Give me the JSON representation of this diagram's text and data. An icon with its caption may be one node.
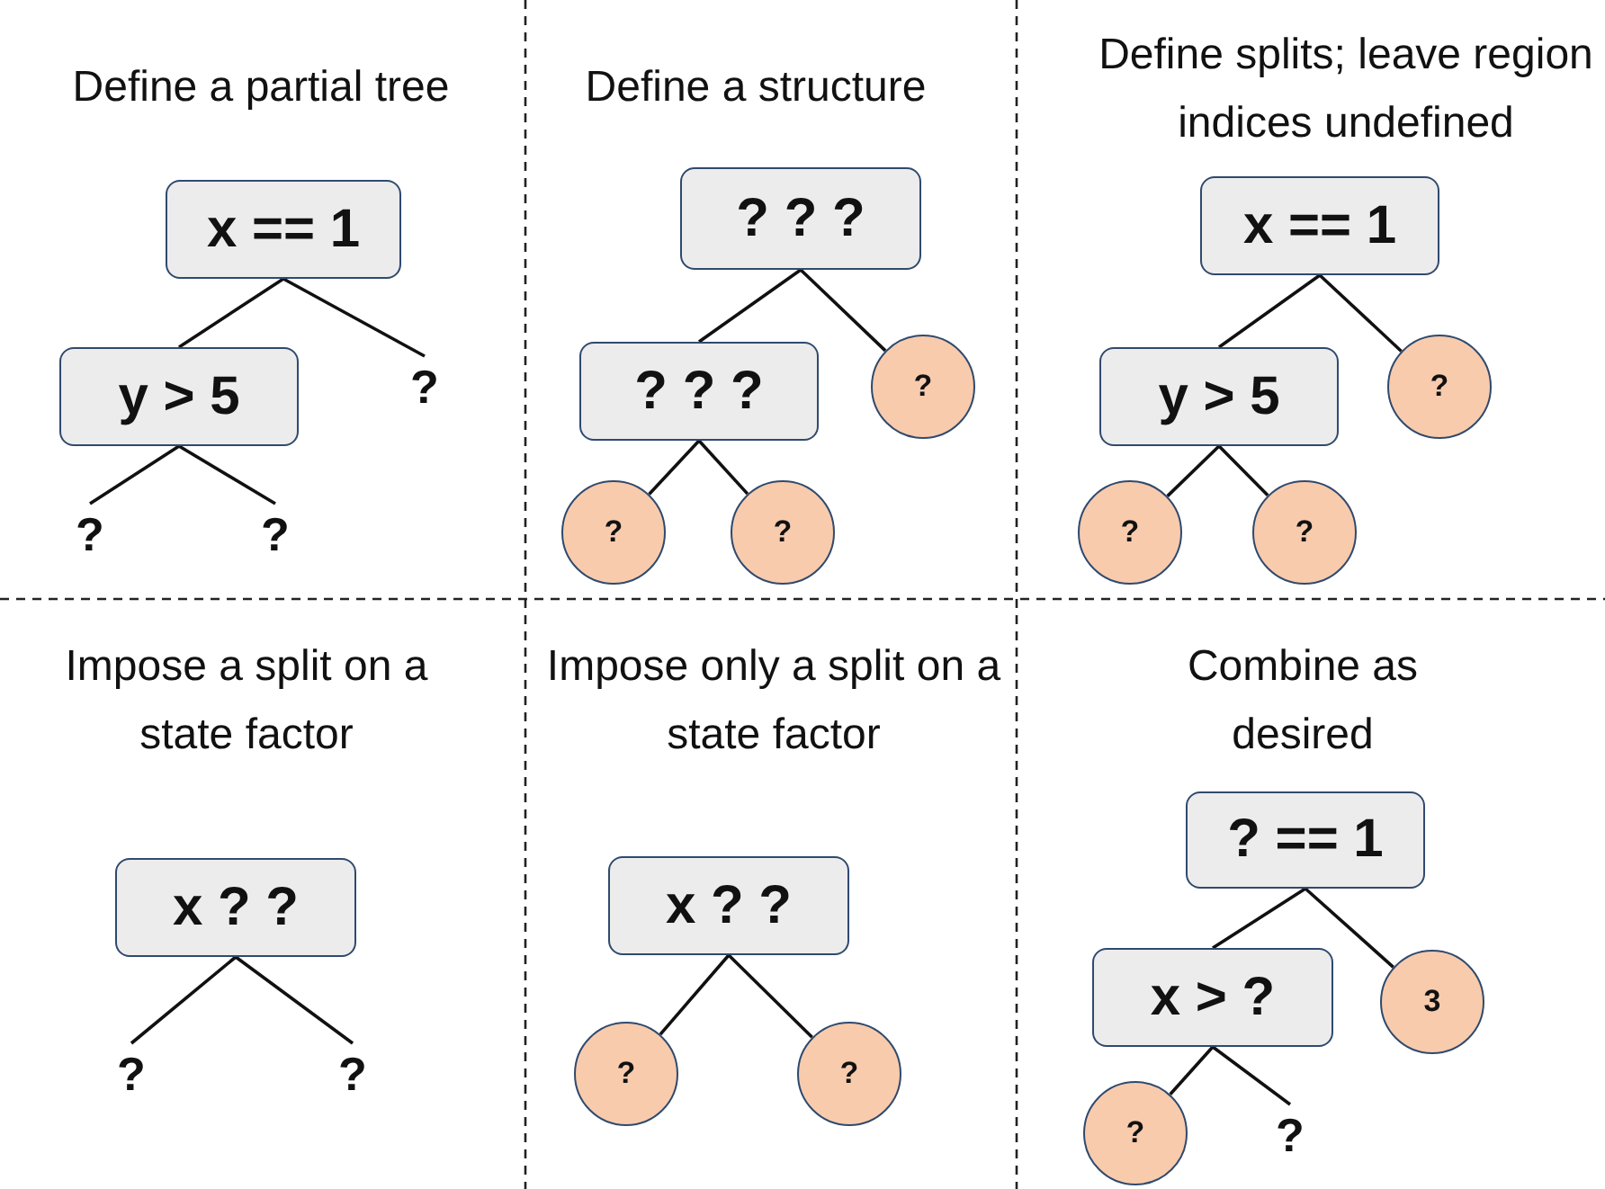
{
  "diagram": {
    "nodes": [
      {
        "text": [
          "x == 1"
        ]
      },
      {
        "text": [
          "y > 5"
        ]
      },
      {
        "text": [
          "?"
        ]
      },
      {
        "text": [
          "?"
        ]
      },
      {
        "text": [
          "?"
        ]
      },
      {
        "text": [
          "? ? ?"
        ]
      },
      {
        "text": [
          "? ? ?"
        ]
      },
      {
        "text": [
          "?"
        ]
      },
      {
        "text": [
          "?"
        ]
      },
      {
        "text": [
          "?"
        ]
      },
      {
        "text": [
          "x == 1"
        ]
      },
      {
        "text": [
          "y > 5"
        ]
      },
      {
        "text": [
          "?"
        ]
      },
      {
        "text": [
          "?"
        ]
      },
      {
        "text": [
          "?"
        ]
      },
      {
        "text": [
          "x ? ?"
        ]
      },
      {
        "text": [
          "?"
        ]
      },
      {
        "text": [
          "?"
        ]
      },
      {
        "text": [
          "x ? ?"
        ]
      },
      {
        "text": [
          "?"
        ]
      },
      {
        "text": [
          "?"
        ]
      },
      {
        "text": [
          "? == 1"
        ]
      },
      {
        "text": [
          "x > ?"
        ]
      },
      {
        "text": [
          "3"
        ]
      },
      {
        "text": [
          "?"
        ]
      },
      {
        "text": [
          "?"
        ]
      }
    ],
    "edges": [
      {
        "from": 0,
        "to": 1,
        "arrow": "none"
      },
      {
        "from": 0,
        "to": 2,
        "arrow": "none"
      },
      {
        "from": 1,
        "to": 3,
        "arrow": "none"
      },
      {
        "from": 1,
        "to": 4,
        "arrow": "none"
      },
      {
        "from": 5,
        "to": 6,
        "arrow": "none"
      },
      {
        "from": 5,
        "to": 7,
        "arrow": "none"
      },
      {
        "from": 6,
        "to": 8,
        "arrow": "none"
      },
      {
        "from": 6,
        "to": 9,
        "arrow": "none"
      },
      {
        "from": 10,
        "to": 11,
        "arrow": "none"
      },
      {
        "from": 10,
        "to": 12,
        "arrow": "none"
      },
      {
        "from": 11,
        "to": 13,
        "arrow": "none"
      },
      {
        "from": 11,
        "to": 14,
        "arrow": "none"
      },
      {
        "from": 15,
        "to": 16,
        "arrow": "none"
      },
      {
        "from": 15,
        "to": 17,
        "arrow": "none"
      },
      {
        "from": 18,
        "to": 19,
        "arrow": "none"
      },
      {
        "from": 18,
        "to": 20,
        "arrow": "none"
      },
      {
        "from": 21,
        "to": 22,
        "arrow": "none"
      },
      {
        "from": 21,
        "to": 23,
        "arrow": "none"
      },
      {
        "from": 22,
        "to": 24,
        "arrow": "none"
      },
      {
        "from": 22,
        "to": 25,
        "arrow": "none"
      }
    ],
    "labels": [
      "Define a partial tree",
      "Define a structure",
      "Define splits; leave region indices undefined",
      "Impose a split on a state factor",
      "Impose only a split on a state factor",
      "Combine as desired"
    ]
  }
}
